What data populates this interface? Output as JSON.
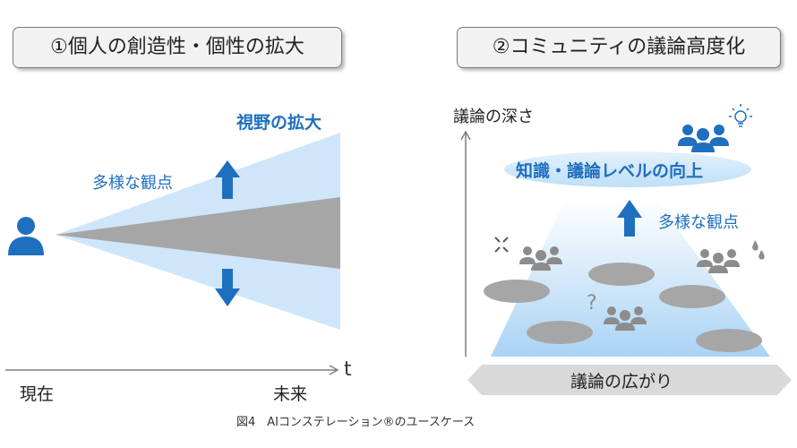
{
  "left_panel": {
    "title": "①個人の創造性・個性の拡大",
    "field_of_view": "視野の拡大",
    "diverse_viewpoints": "多様な観点",
    "axis_t": "t",
    "now": "現在",
    "future": "未来"
  },
  "right_panel": {
    "title": "②コミュニティの議論高度化",
    "depth_label": "議論の深さ",
    "knowledge_level": "知識・議論レベルの向上",
    "diverse_viewpoints": "多様な観点",
    "breadth_label": "議論の広がり"
  },
  "caption": "図4　AIコンステレーション®のユースケース",
  "colors": {
    "blue": "#1f6fbf",
    "light_blue": "#cfe6fa",
    "gray_wedge": "#a6a6a6",
    "ellipse_gray": "#a6a6a6"
  },
  "icons": [
    "person-icon",
    "arrow-up-icon",
    "arrow-down-icon",
    "group-icon",
    "lightbulb-icon",
    "anger-icon",
    "question-icon",
    "sweat-icon"
  ]
}
